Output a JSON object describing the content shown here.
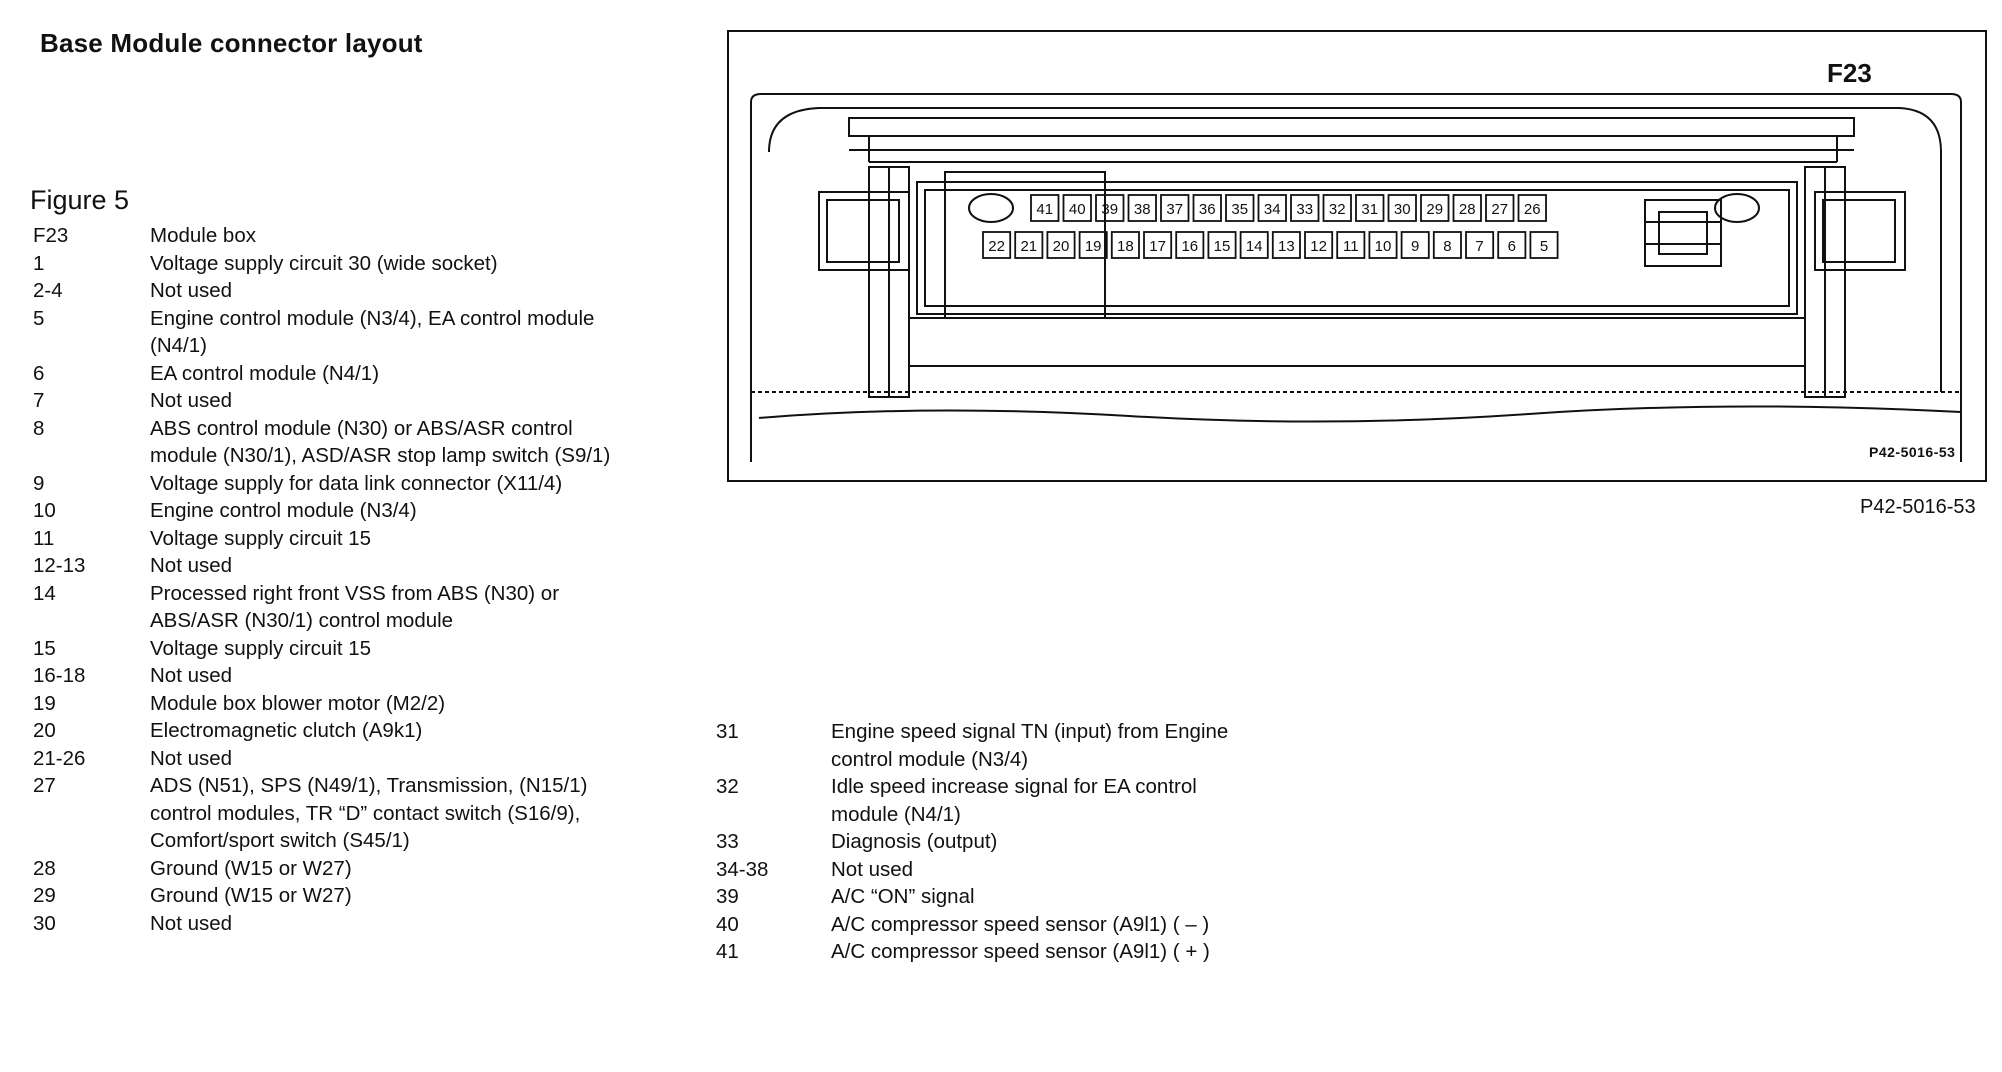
{
  "title": "Base Module connector layout",
  "figure_label": "Figure 5",
  "legend_left": [
    {
      "pin": "F23",
      "desc": "Module box"
    },
    {
      "pin": "1",
      "desc": "Voltage supply circuit 30 (wide socket)"
    },
    {
      "pin": "2-4",
      "desc": "Not used"
    },
    {
      "pin": "5",
      "desc": "Engine control module (N3/4), EA control module (N4/1)"
    },
    {
      "pin": "6",
      "desc": "EA control module (N4/1)"
    },
    {
      "pin": "7",
      "desc": "Not used"
    },
    {
      "pin": "8",
      "desc": "ABS control module (N30) or ABS/ASR control module (N30/1), ASD/ASR stop lamp switch (S9/1)"
    },
    {
      "pin": "9",
      "desc": "Voltage supply for data link connector (X11/4)"
    },
    {
      "pin": "10",
      "desc": "Engine control module (N3/4)"
    },
    {
      "pin": "11",
      "desc": "Voltage supply circuit 15"
    },
    {
      "pin": "12-13",
      "desc": "Not used"
    },
    {
      "pin": "14",
      "desc": "Processed right front VSS from ABS (N30) or ABS/ASR (N30/1) control module"
    },
    {
      "pin": "15",
      "desc": "Voltage supply circuit 15"
    },
    {
      "pin": "16-18",
      "desc": "Not used"
    },
    {
      "pin": "19",
      "desc": "Module box blower motor (M2/2)"
    },
    {
      "pin": "20",
      "desc": "Electromagnetic clutch (A9k1)"
    },
    {
      "pin": "21-26",
      "desc": "Not used"
    },
    {
      "pin": "27",
      "desc": "ADS (N51), SPS (N49/1), Transmission, (N15/1) control modules, TR “D” contact switch (S16/9), Comfort/sport switch (S45/1)"
    },
    {
      "pin": "28",
      "desc": "Ground (W15 or W27)"
    },
    {
      "pin": "29",
      "desc": "Ground (W15 or W27)"
    },
    {
      "pin": "30",
      "desc": "Not used"
    }
  ],
  "legend_right": [
    {
      "pin": "31",
      "desc": "Engine speed signal TN (input) from Engine control module (N3/4)"
    },
    {
      "pin": "32",
      "desc": "Idle speed increase signal for EA control module (N4/1)"
    },
    {
      "pin": "33",
      "desc": "Diagnosis (output)"
    },
    {
      "pin": "34-38",
      "desc": "Not used"
    },
    {
      "pin": "39",
      "desc": "A/C “ON” signal"
    },
    {
      "pin": "40",
      "desc": "A/C compressor speed sensor (A9l1) ( – )"
    },
    {
      "pin": "41",
      "desc": "A/C compressor speed sensor (A9l1) ( + )"
    }
  ],
  "diagram": {
    "box_code": "F23",
    "ref_in_box": "P42-5016-53",
    "ref_below": "P42-5016-53",
    "top_row_pins": [
      "41",
      "40",
      "39",
      "38",
      "37",
      "36",
      "35",
      "34",
      "33",
      "32",
      "31",
      "30",
      "29",
      "28",
      "27",
      "26"
    ],
    "bottom_row_pins": [
      "22",
      "21",
      "20",
      "19",
      "18",
      "17",
      "16",
      "15",
      "14",
      "13",
      "12",
      "11",
      "10",
      "9",
      "8",
      "7",
      "6",
      "5"
    ]
  }
}
